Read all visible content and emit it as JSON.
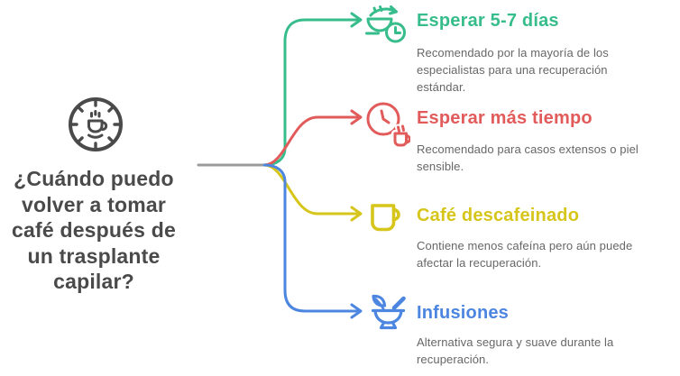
{
  "diagram": {
    "root": {
      "title": "¿Cuándo puedo volver a tomar café después de un trasplante capilar?",
      "color": "#4a4a4a",
      "icon": "coffee-clock-dial-icon"
    },
    "connector_color": "#9b9b9b",
    "description_color": "#676767",
    "branches": [
      {
        "title": "Esperar 5-7 días",
        "description": "Recomendado por la mayoría de los especialistas para una recuperación estándar.",
        "color": "#36bd8b",
        "icon": "coffee-cup-timer-icon"
      },
      {
        "title": "Esperar más tiempo",
        "description": "Recomendado para casos extensos o piel sensible.",
        "color": "#e25b5b",
        "icon": "clock-with-mug-icon"
      },
      {
        "title": "Café descafeinado",
        "description": "Contiene menos cafeína pero aún puede afectar la recuperación.",
        "color": "#d6c51a",
        "icon": "mug-icon"
      },
      {
        "title": "Infusiones",
        "description": "Alternativa segura y suave durante la recuperación.",
        "color": "#4c86e0",
        "icon": "herbal-mortar-icon"
      }
    ]
  }
}
